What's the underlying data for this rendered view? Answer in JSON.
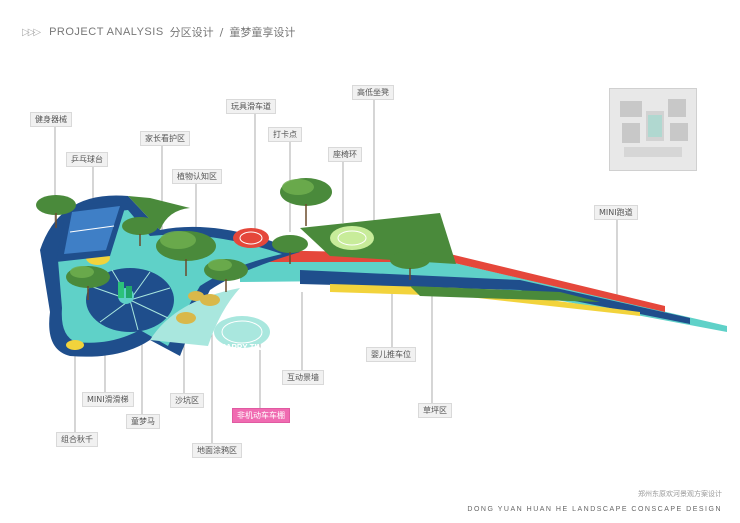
{
  "header": {
    "title_en": "PROJECT ANALYSIS",
    "title_cn_1": "分区设计",
    "separator": "/",
    "title_cn_2": "童梦童享设计"
  },
  "labels": {
    "fitness": "健身器械",
    "toy_track": "玩具滑车道",
    "high_low_seat": "高低坐凳",
    "pingpong": "乒乓球台",
    "parent_care": "家长看护区",
    "check_point": "打卡点",
    "seat_ring": "座椅环",
    "plant_zone": "植物认知区",
    "mini_track": "MINI跑道",
    "mini_slide": "MINI滑滑梯",
    "stroller": "婴儿推车位",
    "interactive_wall": "互动景墙",
    "sandpit": "沙坑区",
    "rocking_horse": "童梦马",
    "bike_parking": "非机动车车棚",
    "swing": "组合秋千",
    "pavement_paint": "地面涂鸦区",
    "lawn": "草坪区"
  },
  "plan_text": {
    "happy_time": "HAPPY TIME"
  },
  "footer": {
    "small": "郑州东原欢河景观方案设计",
    "en": "DONG YUAN HUAN HE LANDSCAPE CONSCAPE DESIGN"
  },
  "colors": {
    "deep_blue": "#1f4e8c",
    "teal": "#5fd1c8",
    "mint": "#a9e7de",
    "grass": "#4a8a3b",
    "red": "#e5473b",
    "yellow": "#f2d33c",
    "label_highlight": "#f06bb1"
  }
}
